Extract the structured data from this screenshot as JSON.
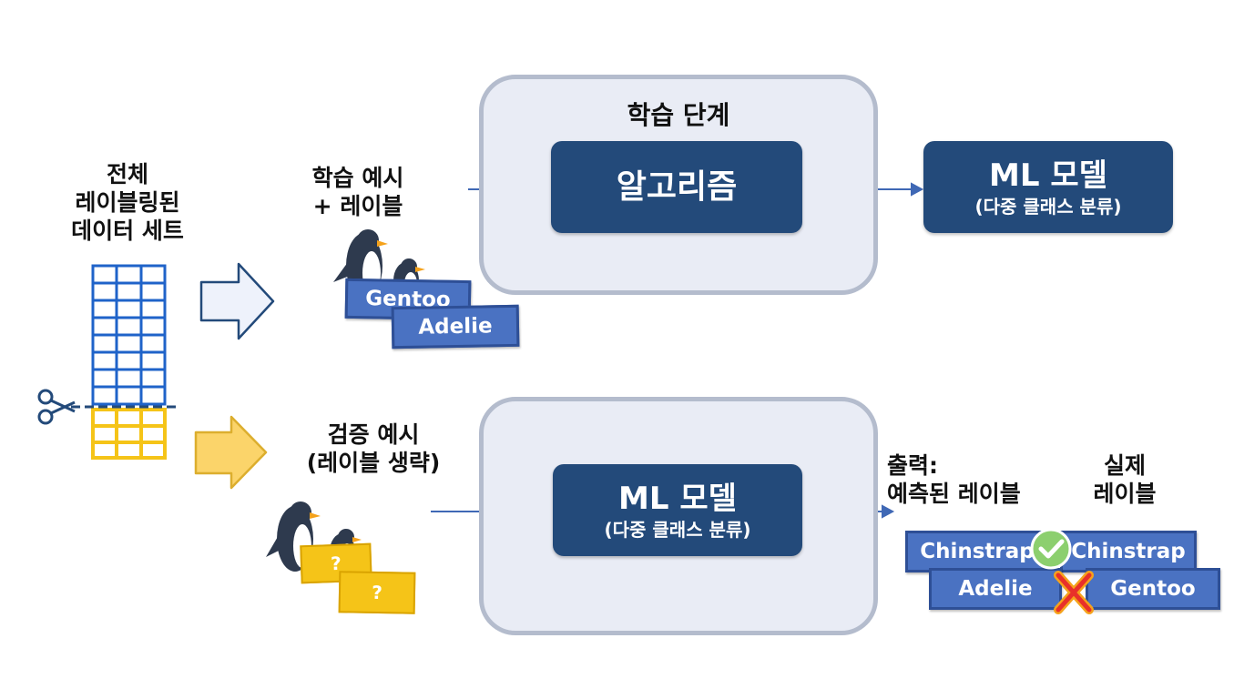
{
  "dataset": {
    "line1": "전체",
    "line2": "레이블링된",
    "line3": "데이터 세트"
  },
  "training_examples": {
    "line1": "학습 예시",
    "line2": "+ 레이블"
  },
  "training_stage": {
    "title": "학습 단계",
    "algorithm": "알고리즘"
  },
  "model": {
    "name": "ML 모델",
    "subtitle": "(다중 클래스 분류)"
  },
  "validation_examples": {
    "line1": "검증 예시",
    "line2": "(레이블 생략)"
  },
  "validation_stage": {
    "model_name": "ML 모델",
    "model_subtitle": "(다중 클래스 분류)"
  },
  "training_tags": [
    "Gentoo",
    "Adelie"
  ],
  "validation_tags": [
    "?",
    "?"
  ],
  "output": {
    "predicted_header_line1": "출력:",
    "predicted_header_line2": "예측된 레이블",
    "actual_header_line1": "실제",
    "actual_header_line2": "레이블",
    "rows": [
      {
        "predicted": "Chinstrap",
        "actual": "Chinstrap",
        "match": true,
        "mark_icon": "check-icon"
      },
      {
        "predicted": "Adelie",
        "actual": "Gentoo",
        "match": false,
        "mark_icon": "cross-icon"
      }
    ]
  },
  "colors": {
    "navy": "#234a7a",
    "training_grid": "#1f63c9",
    "validation_grid": "#f5c418",
    "tag_blue": "#4a72c2",
    "stage_fill": "#e9ecf5",
    "check_green": "#8ccf6e",
    "cross_red": "#e8302a"
  }
}
